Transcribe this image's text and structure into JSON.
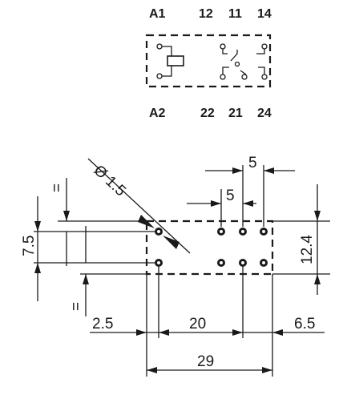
{
  "schematic": {
    "pins_top": [
      "A1",
      "12",
      "11",
      "14"
    ],
    "pins_bottom": [
      "A2",
      "22",
      "21",
      "24"
    ]
  },
  "footprint": {
    "hole_diameter_label": "Ø 1.5",
    "pitch_row_label": "5",
    "pitch_label": "5",
    "row_spacing_label": "7.5",
    "height_label": "12.4",
    "margin_left_label": "2.5",
    "coil_to_contact_label": "20",
    "margin_right_label": "6.5",
    "overall_width_label": "29",
    "equal_mark_top": "=",
    "equal_mark_bottom": "="
  }
}
